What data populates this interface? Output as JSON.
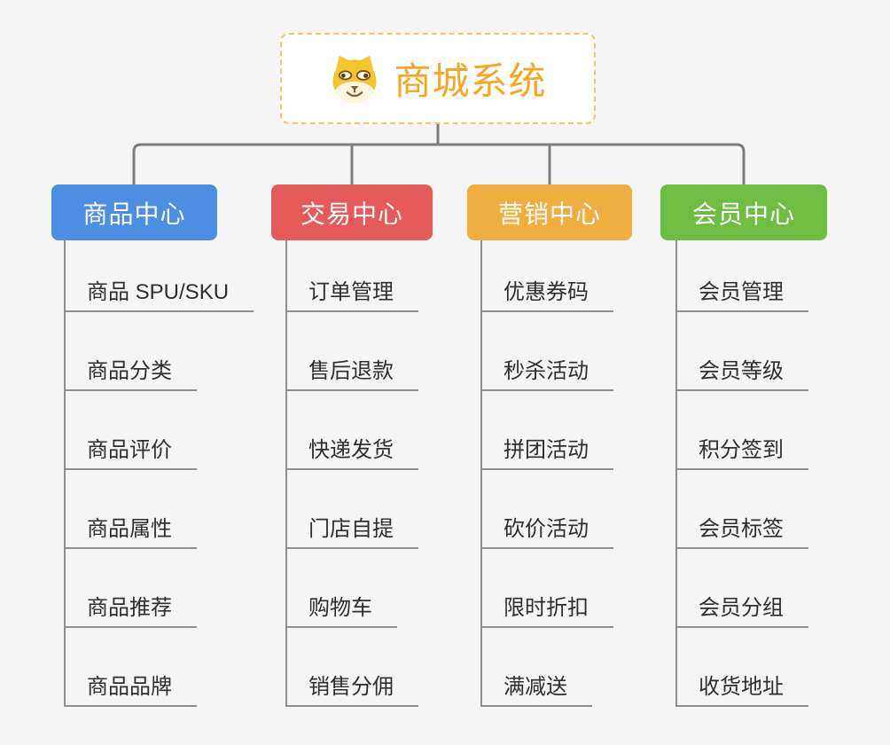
{
  "root": {
    "title": "商城系统",
    "icon": "doge-icon",
    "text_color": "#f5a623",
    "border_color": "#f7c36b"
  },
  "branches": [
    {
      "label": "商品中心",
      "color": "#4b8ee4",
      "children": [
        "商品 SPU/SKU",
        "商品分类",
        "商品评价",
        "商品属性",
        "商品推荐",
        "商品品牌"
      ]
    },
    {
      "label": "交易中心",
      "color": "#e65a5a",
      "children": [
        "订单管理",
        "售后退款",
        "快递发货",
        "门店自提",
        "购物车",
        "销售分佣"
      ]
    },
    {
      "label": "营销中心",
      "color": "#efae3f",
      "children": [
        "优惠券码",
        "秒杀活动",
        "拼团活动",
        "砍价活动",
        "限时折扣",
        "满减送"
      ]
    },
    {
      "label": "会员中心",
      "color": "#6fbe44",
      "children": [
        "会员管理",
        "会员等级",
        "积分签到",
        "会员标签",
        "会员分组",
        "收货地址"
      ]
    }
  ],
  "lines": {
    "connector_color": "#7d7d7d",
    "leaf_line_color": "#8f8f8f"
  },
  "canvas_bg": "#f5f5f5"
}
